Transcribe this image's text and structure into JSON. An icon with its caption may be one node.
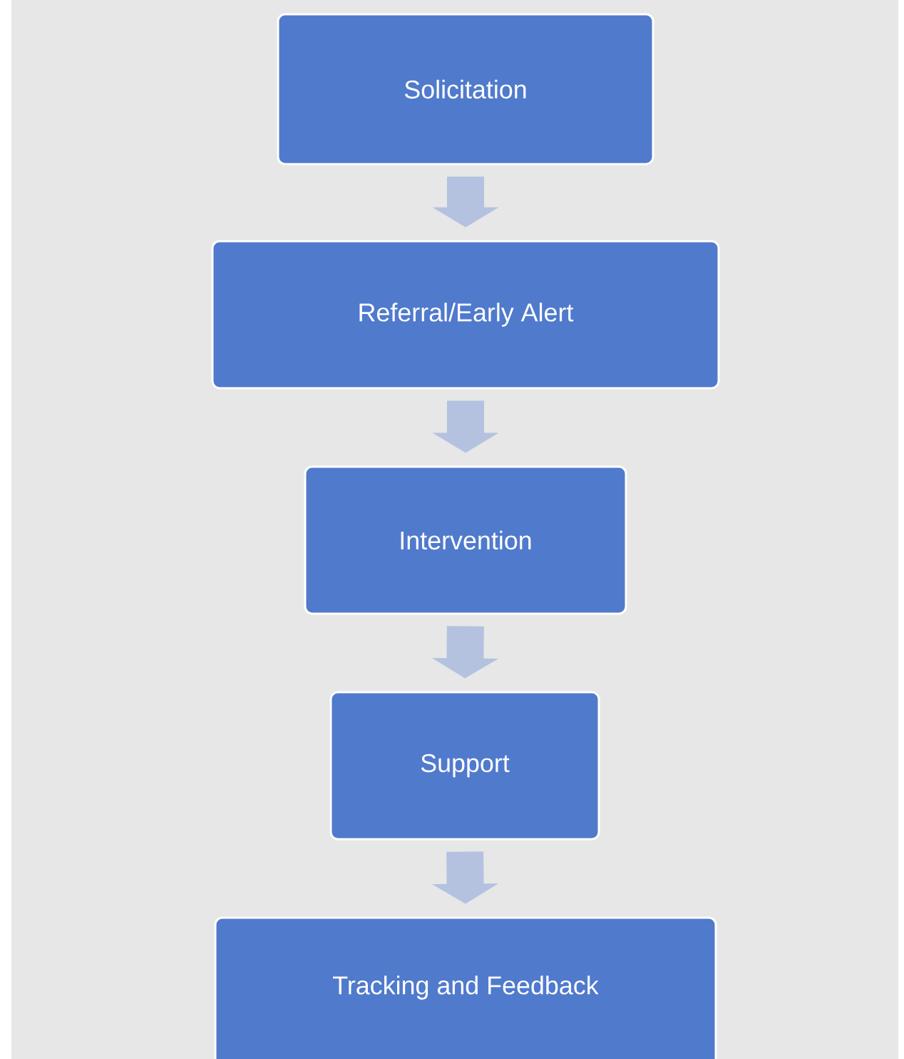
{
  "diagram": {
    "nodes": [
      {
        "text": [
          "Solicitation"
        ]
      },
      {
        "text": [
          "Referral/Early Alert"
        ]
      },
      {
        "text": [
          "Intervention"
        ]
      },
      {
        "text": [
          "Support"
        ]
      },
      {
        "text": [
          "Tracking and Feedback"
        ]
      }
    ],
    "edges": [
      {
        "from": 0,
        "to": 1,
        "arrow": "to"
      },
      {
        "from": 1,
        "to": 2,
        "arrow": "to"
      },
      {
        "from": 2,
        "to": 3,
        "arrow": "to"
      },
      {
        "from": 3,
        "to": 4,
        "arrow": "to"
      }
    ]
  }
}
